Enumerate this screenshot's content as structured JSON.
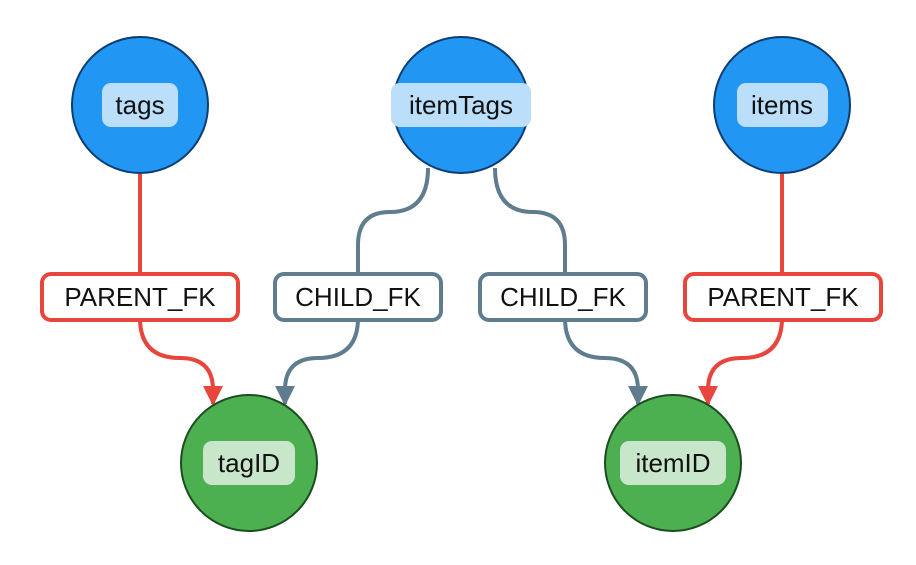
{
  "colors": {
    "table_node_fill": "#2196f3",
    "table_node_stroke": "#0d3d73",
    "table_label_bg": "#bbdefb",
    "column_node_fill": "#4caf50",
    "column_node_stroke": "#1b4d1e",
    "column_label_bg": "#c8e6c9",
    "parent_fk_edge": "#e8453c",
    "child_fk_edge": "#5f7d8e"
  },
  "nodes": {
    "tags": {
      "label": "tags",
      "kind": "table"
    },
    "itemTags": {
      "label": "itemTags",
      "kind": "table"
    },
    "items": {
      "label": "items",
      "kind": "table"
    },
    "tagID": {
      "label": "tagID",
      "kind": "column"
    },
    "itemID": {
      "label": "itemID",
      "kind": "column"
    }
  },
  "edges": {
    "tags_to_tagID": {
      "label": "PARENT_FK",
      "kind": "parent",
      "from": "tags",
      "to": "tagID"
    },
    "itemTags_to_tagID": {
      "label": "CHILD_FK",
      "kind": "child",
      "from": "itemTags",
      "to": "tagID"
    },
    "itemTags_to_itemID": {
      "label": "CHILD_FK",
      "kind": "child",
      "from": "itemTags",
      "to": "itemID"
    },
    "items_to_itemID": {
      "label": "PARENT_FK",
      "kind": "parent",
      "from": "items",
      "to": "itemID"
    }
  }
}
